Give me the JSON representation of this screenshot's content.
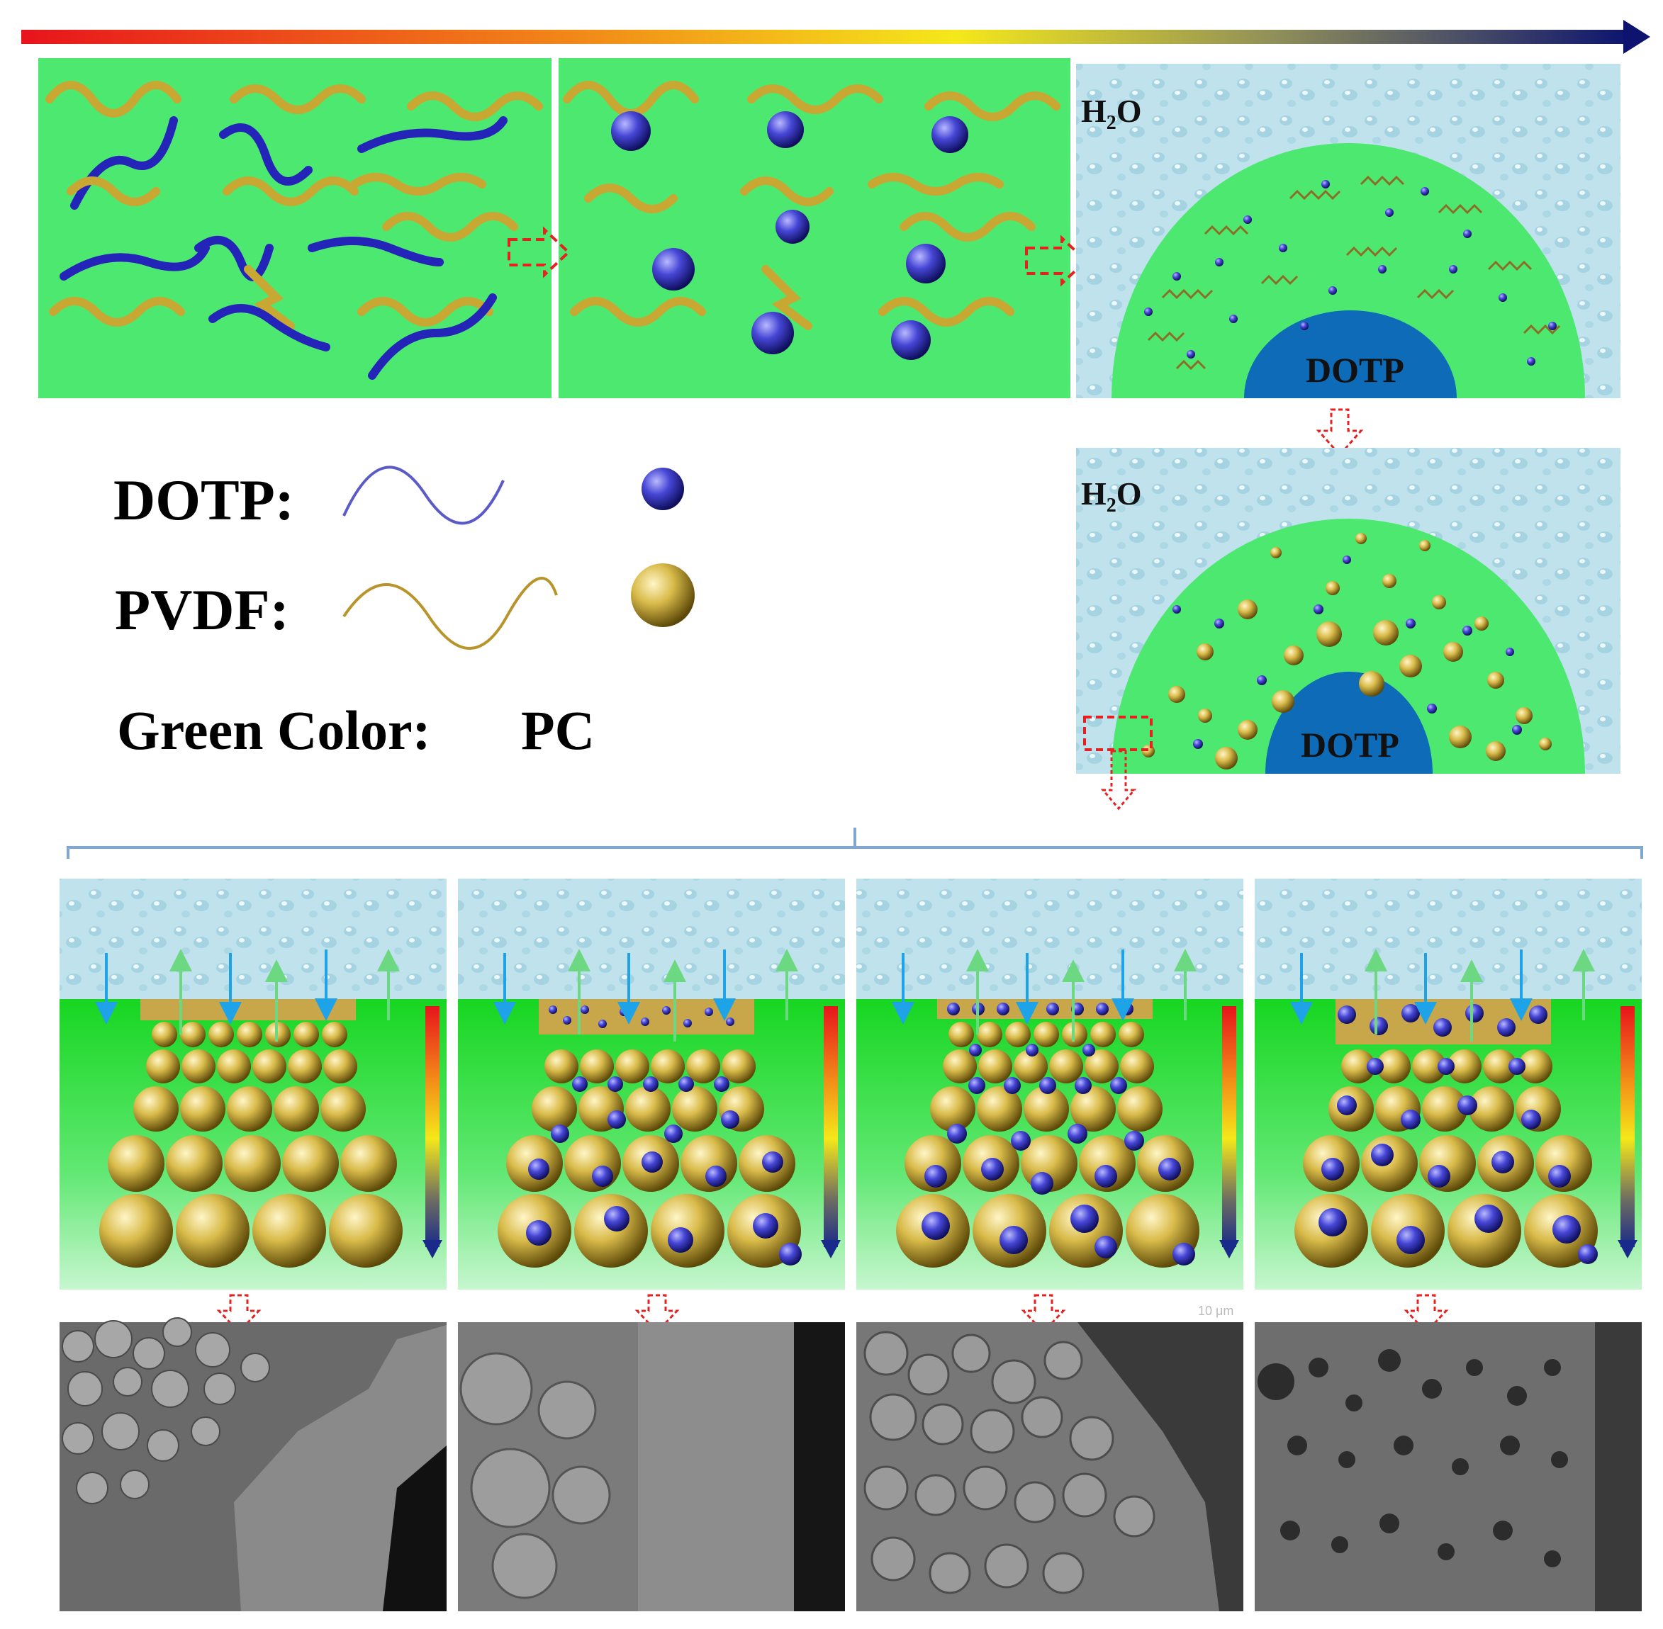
{
  "legend": {
    "dotp_label": "DOTP:",
    "pvdf_label": "PVDF:",
    "green_label": "Green Color:",
    "green_value": "PC"
  },
  "droplet": {
    "water_main": "H",
    "water_sub": "2",
    "water_end": "O",
    "core_label": "DOTP"
  },
  "colors": {
    "pc_green": "#4ce870",
    "dotp_blue": "#2424b8",
    "pvdf_gold": "#c8a832",
    "water": "#bfe3ee",
    "arrow_red": "#e52222",
    "core_blue": "#0d6bb8"
  },
  "sem_scale_hint": "10 μm"
}
